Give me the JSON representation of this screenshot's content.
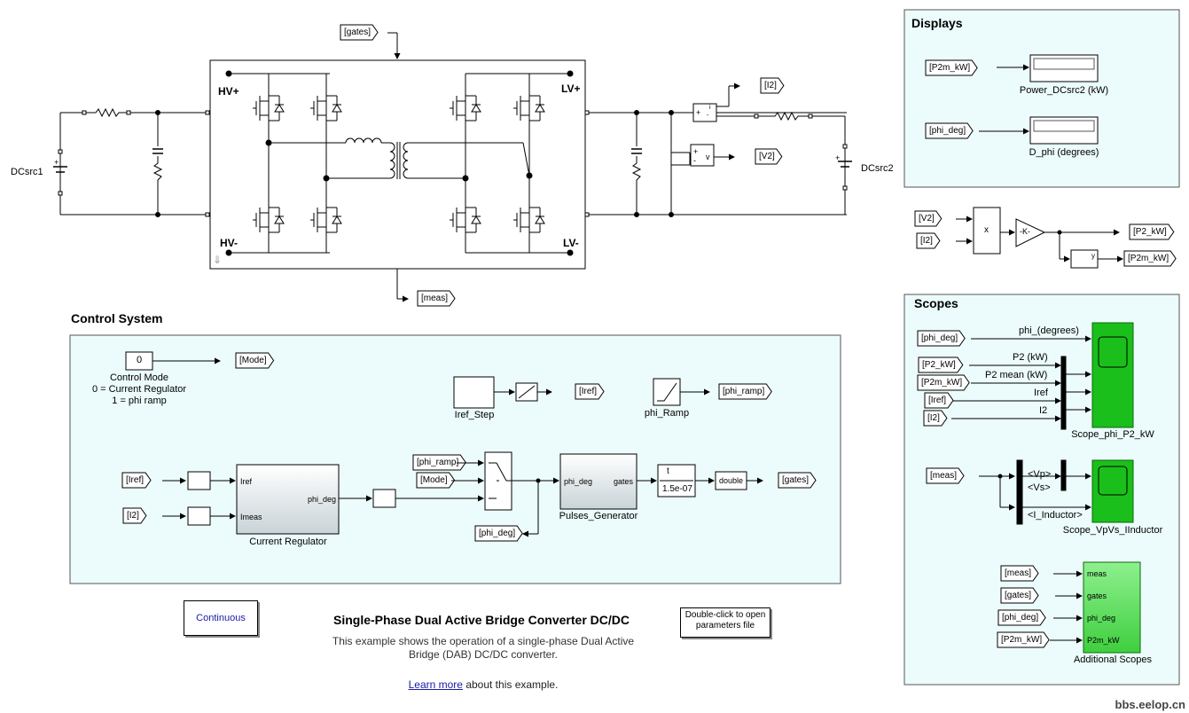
{
  "power_stage": {
    "source1_label": "DCsrc1",
    "source2_label": "DCsrc2",
    "hv_plus": "HV+",
    "hv_minus": "HV-",
    "lv_plus": "LV+",
    "lv_minus": "LV-",
    "gates_tag": "[gates]",
    "meas_tag": "[meas]",
    "i2_tag": "[I2]",
    "v2_tag": "[V2]",
    "ammeter_minus": "-",
    "ammeter_plus": "+",
    "ammeter_i": "i",
    "voltmeter_plus": "+",
    "voltmeter_minus": "-",
    "voltmeter_v": "v"
  },
  "displays": {
    "title": "Displays",
    "p2m_tag": "[P2m_kW]",
    "phi_tag": "[phi_deg]",
    "power_label": "Power_DCsrc2 (kW)",
    "dphi_label": "D_phi (degrees)"
  },
  "calc": {
    "v2_tag": "[V2]",
    "i2_tag": "[I2]",
    "product_symbol": "x",
    "gain_symbol": "-K-",
    "p2_tag": "[P2_kW]",
    "p2m_tag": "[P2m_kW]"
  },
  "scopes": {
    "title": "Scopes",
    "in_phi": "[phi_deg]",
    "in_p2": "[P2_kW]",
    "in_p2m": "[P2m_kW]",
    "in_iref": "[Iref]",
    "in_i2": "[I2]",
    "sig_phi": "phi_(degrees)",
    "sig_p2": "P2 (kW)",
    "sig_p2m": "P2 mean (kW)",
    "sig_iref": "Iref",
    "sig_i2": "I2",
    "scope1_label": "Scope_phi_P2_kW",
    "in_meas": "[meas]",
    "sig_vp": "<Vp>",
    "sig_vs": "<Vs>",
    "sig_il": "<I_Inductor>",
    "scope2_label": "Scope_VpVs_IInductor",
    "add_meas": "[meas]",
    "add_gates": "[gates]",
    "add_phi": "[phi_deg]",
    "add_p2m": "[P2m_kW]",
    "add_port_meas": "meas",
    "add_port_gates": "gates",
    "add_port_phi": "phi_deg",
    "add_port_p2m": "P2m_kW",
    "add_label": "Additional Scopes"
  },
  "control": {
    "title": "Control System",
    "const_value": "0",
    "mode_tag": "[Mode]",
    "mode_line1": "Control Mode",
    "mode_line2": "0 = Current Regulator",
    "mode_line3": "1 = phi ramp",
    "iref_step_label": "Iref_Step",
    "iref_tag": "[Iref]",
    "phi_ramp_label": "phi_Ramp",
    "phi_ramp_tag": "[phi_ramp]",
    "in_iref": "[Iref]",
    "in_i2": "[I2]",
    "cr_port_iref": "Iref",
    "cr_port_imeas": "Imeas",
    "cr_port_phi": "phi_deg",
    "cr_label": "Current Regulator",
    "sw_phi_ramp": "[phi_ramp]",
    "sw_mode": "[Mode]",
    "pg_port_phi": "phi_deg",
    "pg_port_gates": "gates",
    "pg_label": "Pulses_Generator",
    "delay_t": "t",
    "delay_value": "1.5e-07",
    "double_label": "double",
    "gates_tag": "[gates]",
    "phi_deg_tag": "[phi_deg]"
  },
  "footer": {
    "continuous": "Continuous",
    "title": "Single-Phase Dual Active Bridge Converter DC/DC Converter",
    "desc_line1": "This example shows the operation of a single-phase Dual Active",
    "desc_line2": "Bridge (DAB) DC/DC converter.",
    "learn_more": "Learn more",
    "learn_more_rest": " about this example.",
    "params_line1": "Double-click to open",
    "params_line2": "parameters file",
    "watermark": "bbs.eelop.cn"
  },
  "colors": {
    "panel_bg": "#ecfbfb",
    "scope_green": "#1bbf1b",
    "add_scope_green": "#6ee86e"
  }
}
